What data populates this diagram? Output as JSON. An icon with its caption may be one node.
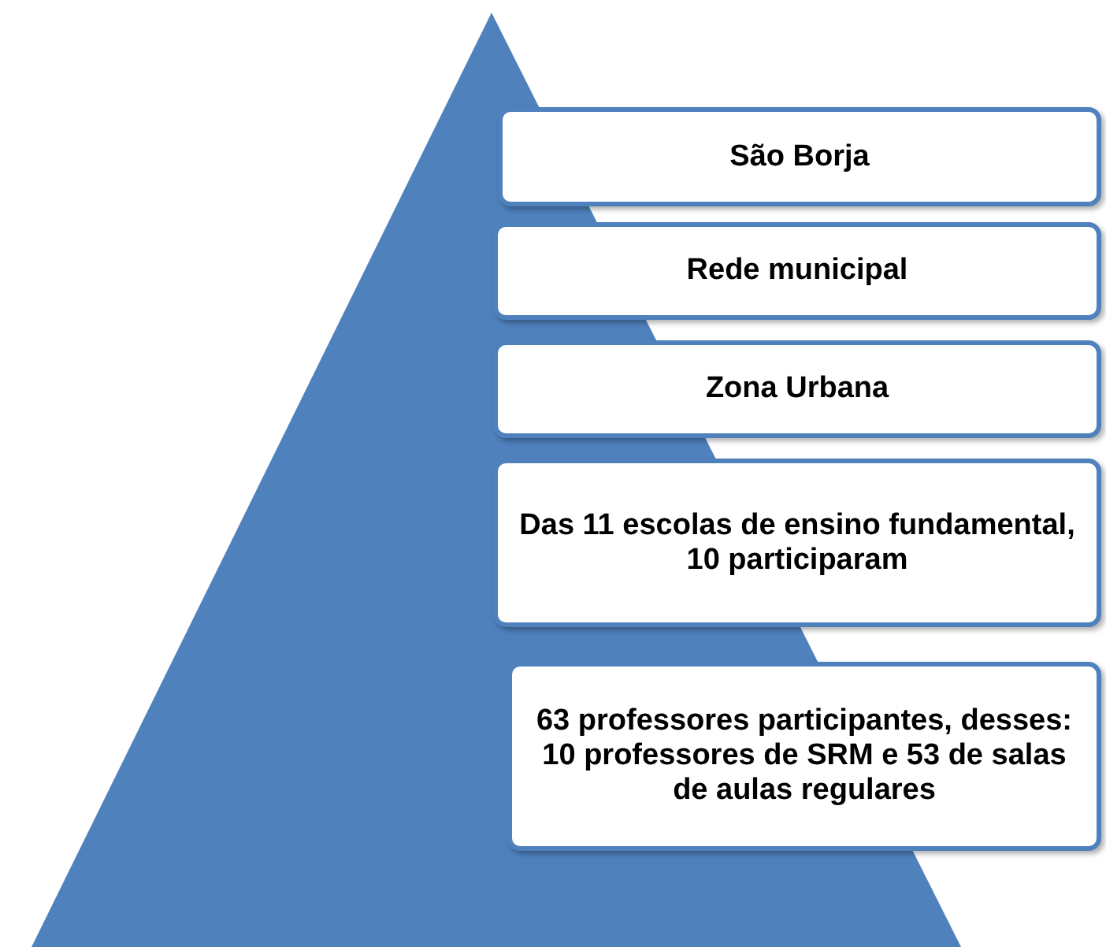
{
  "diagram": {
    "nodes": [
      {
        "text": [
          "São Borja"
        ]
      },
      {
        "text": [
          "Rede municipal"
        ]
      },
      {
        "text": [
          "Zona Urbana"
        ]
      },
      {
        "text": [
          "Das 11 escolas de ensino fundamental, 10 participaram"
        ]
      },
      {
        "text": [
          "63 professores participantes, desses: 10 professores de SRM e 53 de salas de aulas regulares"
        ]
      }
    ]
  }
}
